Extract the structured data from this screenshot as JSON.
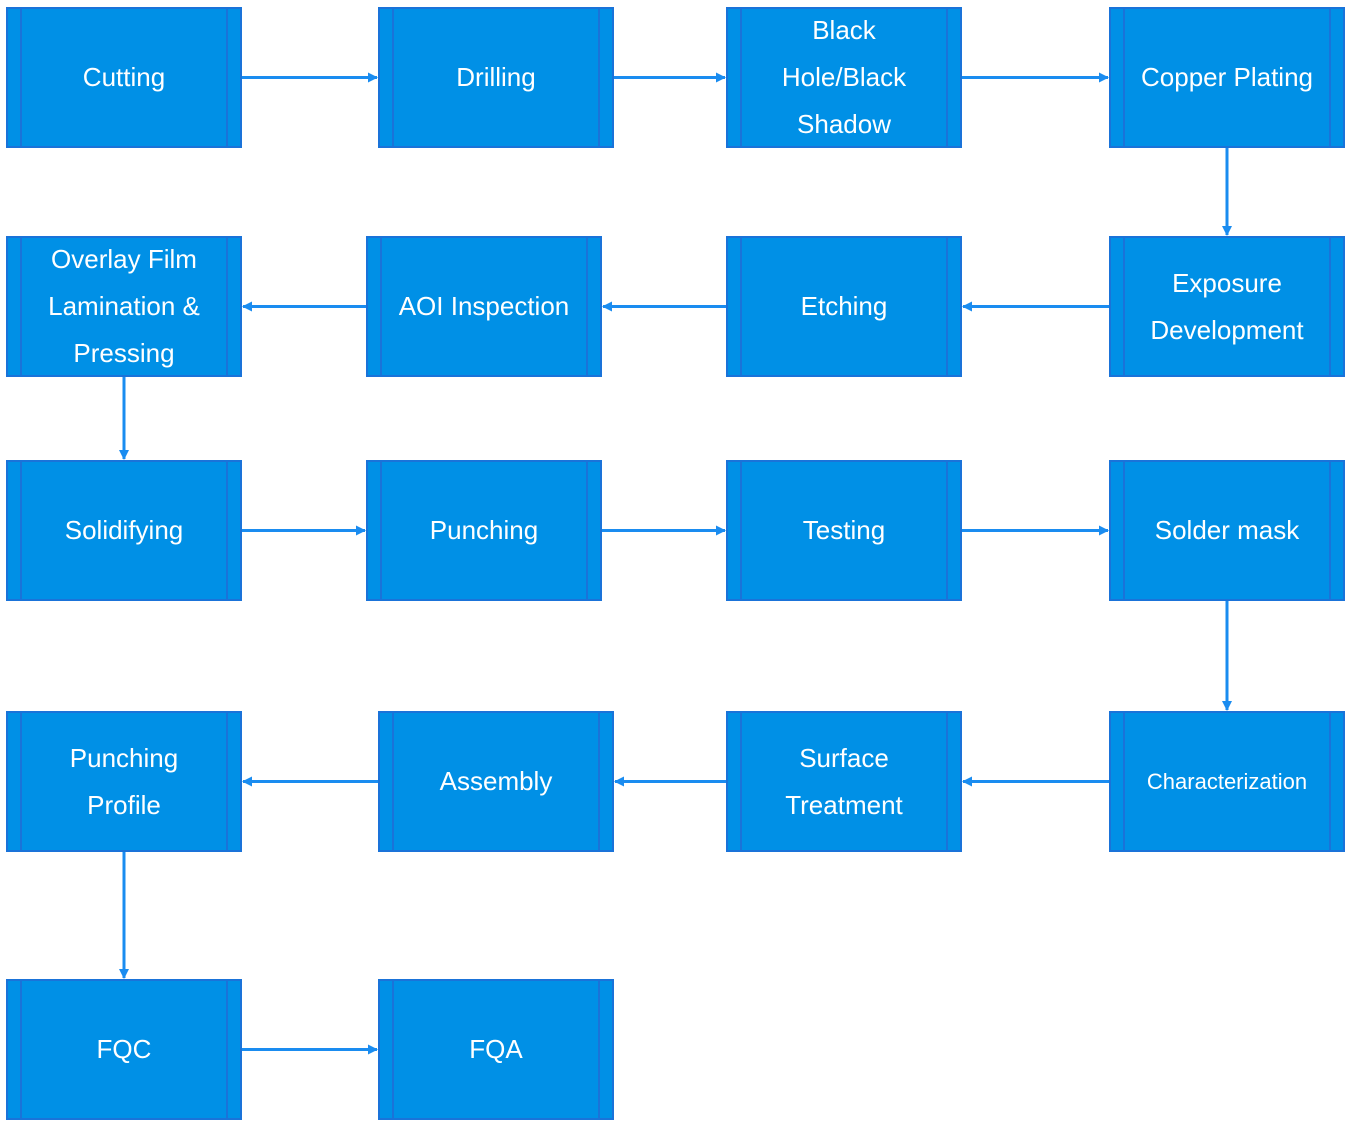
{
  "diagram": {
    "nodes": {
      "cutting": "Cutting",
      "drilling": "Drilling",
      "black_hole": "Black\nHole/Black\nShadow",
      "copper_plating": "Copper Plating",
      "exposure_development": "Exposure\nDevelopment",
      "etching": "Etching",
      "aoi_inspection": "AOI Inspection",
      "overlay_film": "Overlay Film\nLamination &\nPressing",
      "solidifying": "Solidifying",
      "punching": "Punching",
      "testing": "Testing",
      "solder_mask": "Solder mask",
      "characterization": "Characterization",
      "surface_treatment": "Surface\nTreatment",
      "assembly": "Assembly",
      "punching_profile": "Punching\nProfile",
      "fqc": "FQC",
      "fqa": "FQA"
    },
    "edges": [
      {
        "from": "cutting",
        "to": "drilling"
      },
      {
        "from": "drilling",
        "to": "black_hole"
      },
      {
        "from": "black_hole",
        "to": "copper_plating"
      },
      {
        "from": "copper_plating",
        "to": "exposure_development"
      },
      {
        "from": "exposure_development",
        "to": "etching"
      },
      {
        "from": "etching",
        "to": "aoi_inspection"
      },
      {
        "from": "aoi_inspection",
        "to": "overlay_film"
      },
      {
        "from": "overlay_film",
        "to": "solidifying"
      },
      {
        "from": "solidifying",
        "to": "punching"
      },
      {
        "from": "punching",
        "to": "testing"
      },
      {
        "from": "testing",
        "to": "solder_mask"
      },
      {
        "from": "solder_mask",
        "to": "characterization"
      },
      {
        "from": "characterization",
        "to": "surface_treatment"
      },
      {
        "from": "surface_treatment",
        "to": "assembly"
      },
      {
        "from": "assembly",
        "to": "punching_profile"
      },
      {
        "from": "punching_profile",
        "to": "fqc"
      },
      {
        "from": "fqc",
        "to": "fqa"
      }
    ],
    "colors": {
      "node_fill": "#0090e6",
      "node_border": "#1a73d9",
      "arrow": "#1a8cf0",
      "text": "#ffffff"
    }
  }
}
